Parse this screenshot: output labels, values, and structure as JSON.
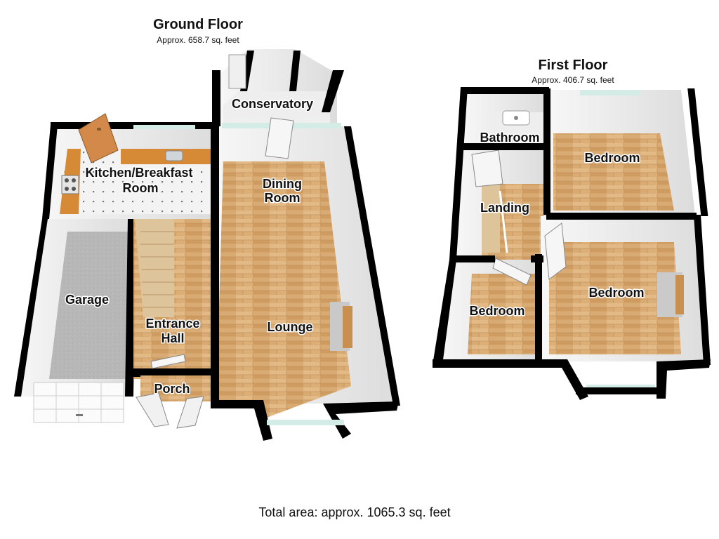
{
  "ground_floor": {
    "title": "Ground Floor",
    "area": "Approx. 658.7 sq. feet",
    "rooms": {
      "conservatory": "Conservatory",
      "kitchen_line1": "Kitchen/Breakfast",
      "kitchen_line2": "Room",
      "dining_line1": "Dining",
      "dining_line2": "Room",
      "garage": "Garage",
      "hall_line1": "Entrance",
      "hall_line2": "Hall",
      "lounge": "Lounge",
      "porch": "Porch"
    }
  },
  "first_floor": {
    "title": "First Floor",
    "area": "Approx. 406.7 sq. feet",
    "rooms": {
      "bathroom": "Bathroom",
      "bedroom_top": "Bedroom",
      "landing": "Landing",
      "bedroom_left": "Bedroom",
      "bedroom_right": "Bedroom"
    }
  },
  "total_area": "Total area: approx. 1065.3 sq. feet",
  "colors": {
    "wall": "#000000",
    "wall_face": "#ececec",
    "wood_floor": "#d7a871",
    "tile_floor": "#f2f2f2",
    "carpet": "#b9b9b9",
    "glass": "#d4ece6",
    "counter": "#d68a35"
  }
}
